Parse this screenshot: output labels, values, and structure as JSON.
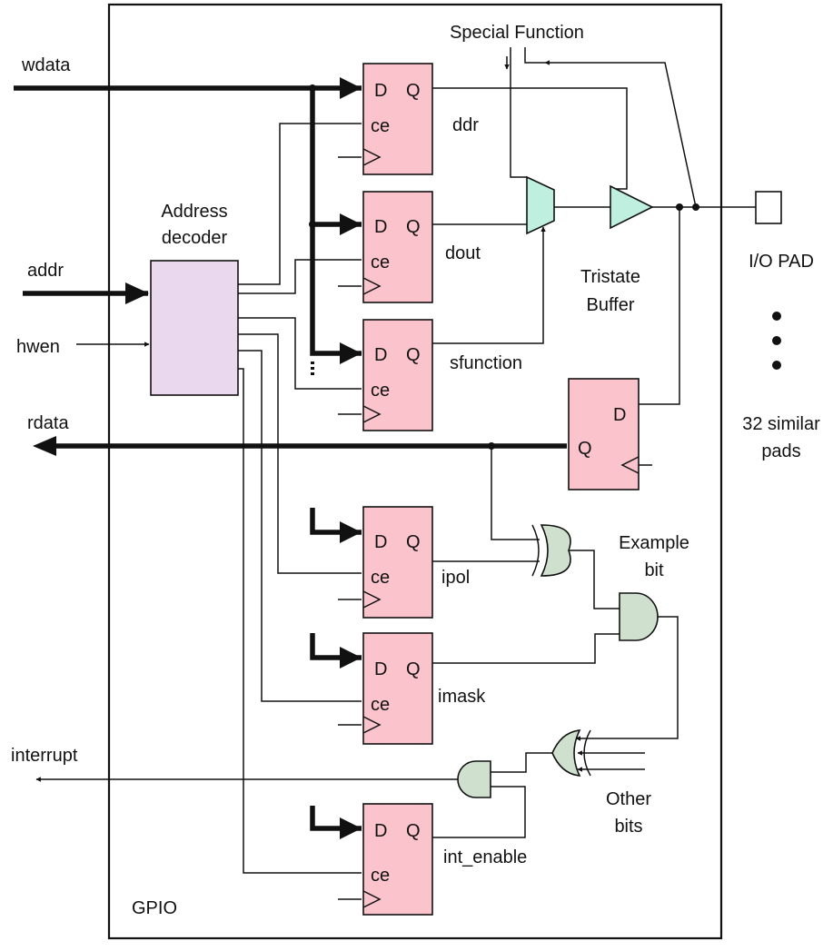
{
  "block_label": "GPIO",
  "signals": {
    "wdata": "wdata",
    "addr": "addr",
    "hwen": "hwen",
    "rdata": "rdata",
    "interrupt": "interrupt"
  },
  "decoder": {
    "line1": "Address",
    "line2": "decoder"
  },
  "flipflop_pins": {
    "d": "D",
    "q": "Q",
    "ce": "ce"
  },
  "registers": {
    "ddr": "ddr",
    "dout": "dout",
    "sfunction": "sfunction",
    "ipol": "ipol",
    "imask": "imask",
    "int_enable": "int_enable"
  },
  "special_function": "Special Function",
  "tristate": {
    "line1": "Tristate",
    "line2": "Buffer"
  },
  "io_pad": "I/O PAD",
  "similar": {
    "line1": "32 similar",
    "line2": "pads"
  },
  "example_bit": {
    "line1": "Example",
    "line2": "bit"
  },
  "other_bits": {
    "line1": "Other",
    "line2": "bits"
  },
  "colors": {
    "flipflop_fill": "#fbc3cc",
    "decoder_fill": "#ead9ee",
    "mux_buffer_fill": "#bff0df",
    "gate_fill": "#cfe0cf"
  }
}
